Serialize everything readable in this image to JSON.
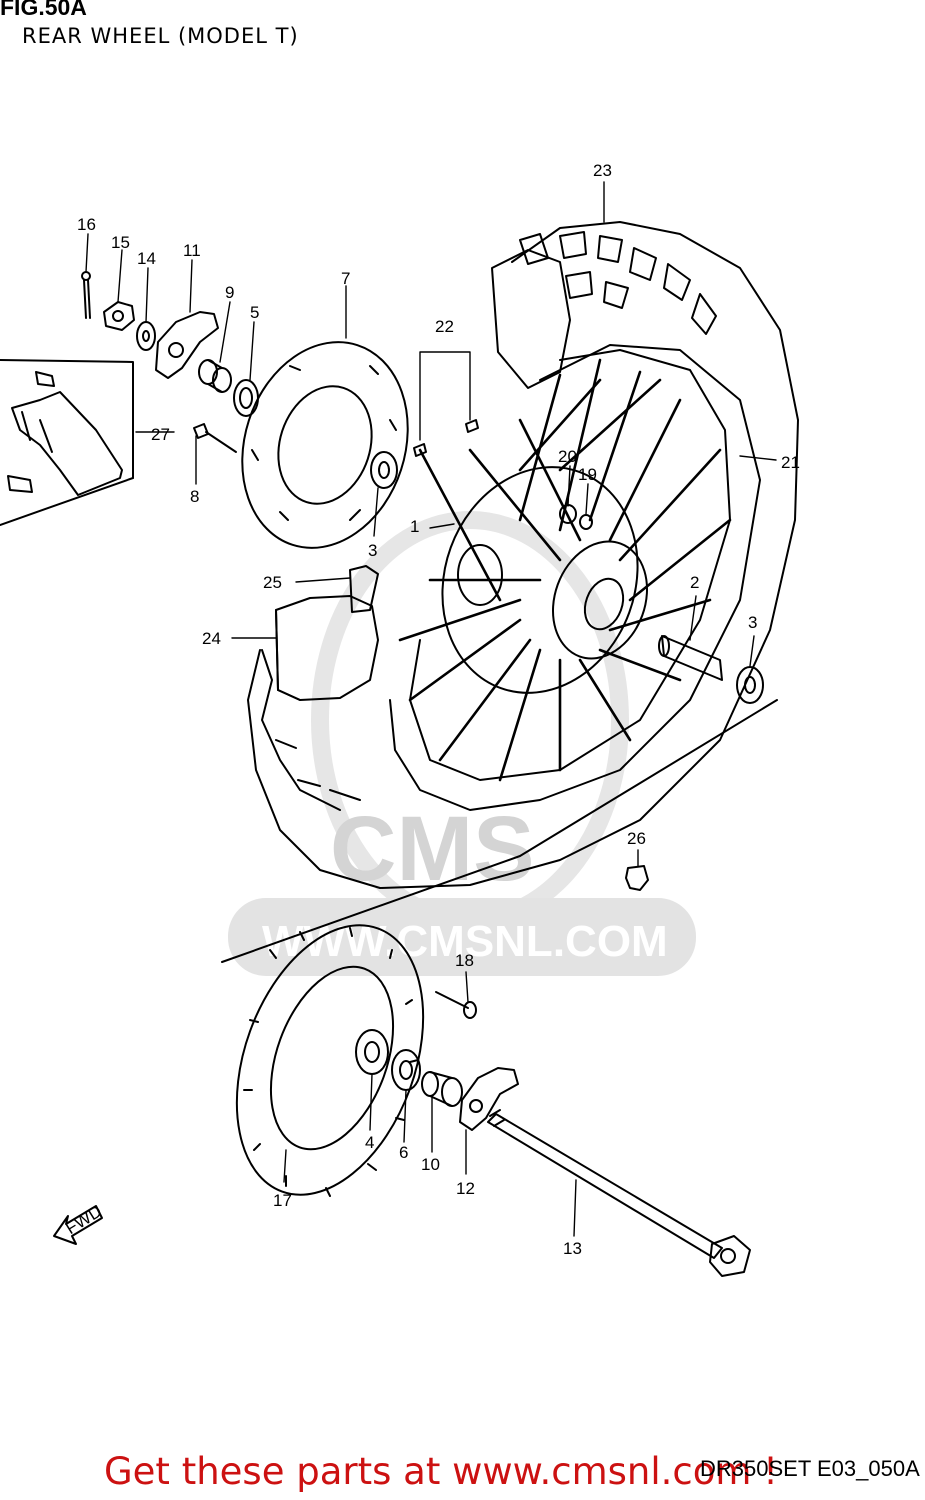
{
  "header": {
    "figure_number": "FIG.50A",
    "title": "REAR WHEEL (MODEL T)"
  },
  "watermark": {
    "logo_text": "CMS",
    "url_text": "WWW.CMSNL.COM",
    "color": "#d4d4d4"
  },
  "direction_marker": {
    "label": "FWD",
    "icon": "fwd-arrow-icon"
  },
  "callouts": [
    "1",
    "2",
    "3",
    "3",
    "4",
    "5",
    "6",
    "7",
    "8",
    "9",
    "10",
    "11",
    "12",
    "13",
    "14",
    "15",
    "16",
    "17",
    "18",
    "19",
    "20",
    "21",
    "22",
    "23",
    "24",
    "25",
    "26",
    "27"
  ],
  "footer": {
    "drawing_code": "DR350SET E03_050A",
    "promo_text": "Get these parts at www.cmsnl.com !",
    "promo_color": "#cc1111"
  }
}
